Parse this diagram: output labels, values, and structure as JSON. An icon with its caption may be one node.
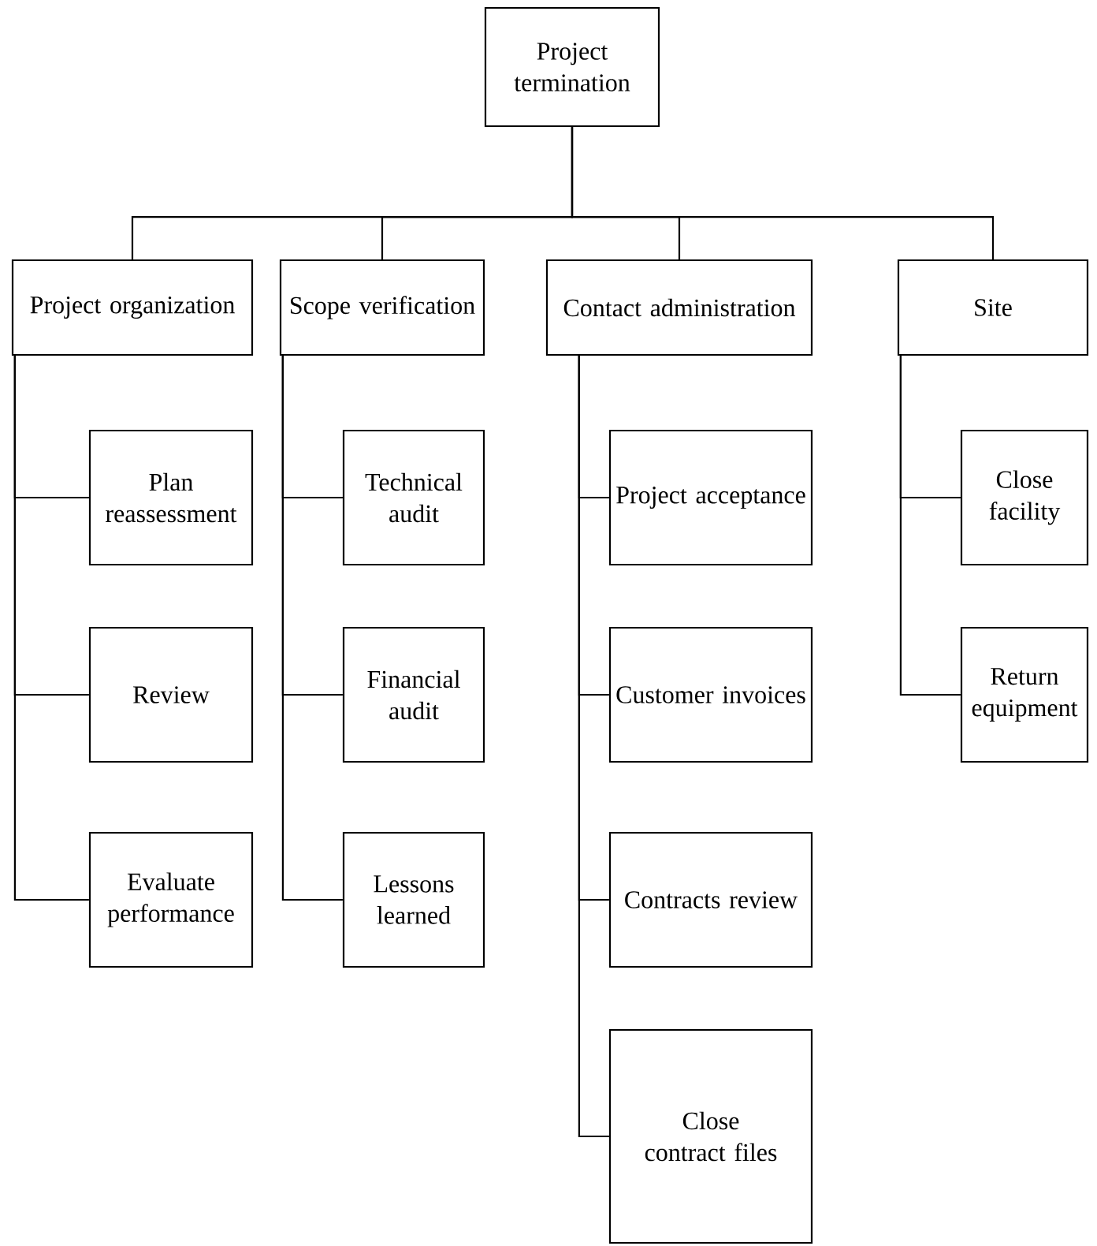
{
  "diagram": {
    "nodes": [
      {
        "text": [
          "Project termination"
        ]
      },
      {
        "text": [
          "Project organization"
        ]
      },
      {
        "text": [
          "Scope verification"
        ]
      },
      {
        "text": [
          "Contact administration"
        ]
      },
      {
        "text": [
          "Site"
        ]
      },
      {
        "text": [
          "Plan reassessment"
        ]
      },
      {
        "text": [
          "Review"
        ]
      },
      {
        "text": [
          "Evaluate performance"
        ]
      },
      {
        "text": [
          "Technical audit"
        ]
      },
      {
        "text": [
          "Financial audit"
        ]
      },
      {
        "text": [
          "Lessons learned"
        ]
      },
      {
        "text": [
          "Project acceptance"
        ]
      },
      {
        "text": [
          "Customer invoices"
        ]
      },
      {
        "text": [
          "Contracts review"
        ]
      },
      {
        "text": [
          "Close contract files"
        ]
      },
      {
        "text": [
          "Close facility"
        ]
      },
      {
        "text": [
          "Return equipment"
        ]
      }
    ],
    "edges": [
      {
        "from": 0,
        "to": 1,
        "arrow": "none"
      },
      {
        "from": 0,
        "to": 2,
        "arrow": "none"
      },
      {
        "from": 0,
        "to": 3,
        "arrow": "none"
      },
      {
        "from": 0,
        "to": 4,
        "arrow": "none"
      },
      {
        "from": 1,
        "to": 5,
        "arrow": "none"
      },
      {
        "from": 1,
        "to": 6,
        "arrow": "none"
      },
      {
        "from": 1,
        "to": 7,
        "arrow": "none"
      },
      {
        "from": 2,
        "to": 8,
        "arrow": "none"
      },
      {
        "from": 2,
        "to": 9,
        "arrow": "none"
      },
      {
        "from": 2,
        "to": 10,
        "arrow": "none"
      },
      {
        "from": 3,
        "to": 11,
        "arrow": "none"
      },
      {
        "from": 3,
        "to": 12,
        "arrow": "none"
      },
      {
        "from": 3,
        "to": 13,
        "arrow": "none"
      },
      {
        "from": 3,
        "to": 14,
        "arrow": "none"
      },
      {
        "from": 4,
        "to": 15,
        "arrow": "none"
      },
      {
        "from": 4,
        "to": 16,
        "arrow": "none"
      }
    ]
  }
}
